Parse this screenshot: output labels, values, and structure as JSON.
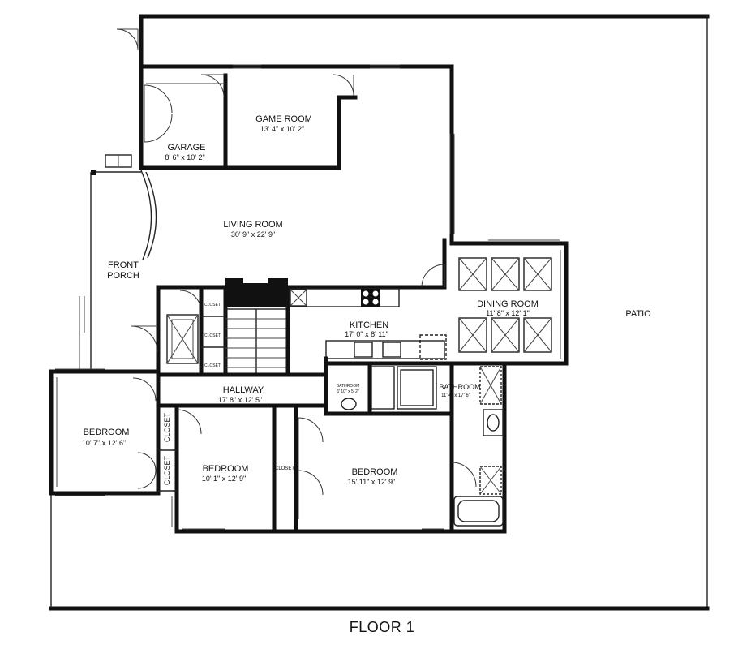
{
  "floor_label": "FLOOR 1",
  "rooms": {
    "garage": {
      "name": "GARAGE",
      "dim": "8' 6\" x 10' 2\""
    },
    "game_room": {
      "name": "GAME ROOM",
      "dim": "13' 4\" x 10' 2\""
    },
    "living_room": {
      "name": "LIVING ROOM",
      "dim": "30' 9\" x 22' 9\""
    },
    "front_porch": {
      "line1": "FRONT",
      "line2": "PORCH"
    },
    "kitchen": {
      "name": "KITCHEN",
      "dim": "17' 0\" x 8' 11\""
    },
    "dining_room": {
      "name": "DINING ROOM",
      "dim": "11' 8\" x 12' 1\""
    },
    "patio": {
      "name": "PATIO"
    },
    "hallway": {
      "name": "HALLWAY",
      "dim": "17' 8\" x 12' 5\""
    },
    "bathroom_small": {
      "name": "BATHROOM",
      "dim": "6' 10\" x 5' 2\""
    },
    "bathroom": {
      "name": "BATHROOM",
      "dim": "11' 4\" x 17' 6\""
    },
    "bedroom_left": {
      "name": "BEDROOM",
      "dim": "10' 7\" x 12' 6\""
    },
    "bedroom_mid": {
      "name": "BEDROOM",
      "dim": "10' 1\" x 12' 9\""
    },
    "bedroom_right": {
      "name": "BEDROOM",
      "dim": "15' 11\" x 12' 9\""
    },
    "closet_1": {
      "name": "CLOSET"
    },
    "closet_2": {
      "name": "CLOSET"
    },
    "closet_3": {
      "name": "CLOSET"
    },
    "closet_4": {
      "name": "CLOSET"
    },
    "closet_5": {
      "name": "CLOSET"
    },
    "closet_6": {
      "name": "CLOSET"
    }
  }
}
